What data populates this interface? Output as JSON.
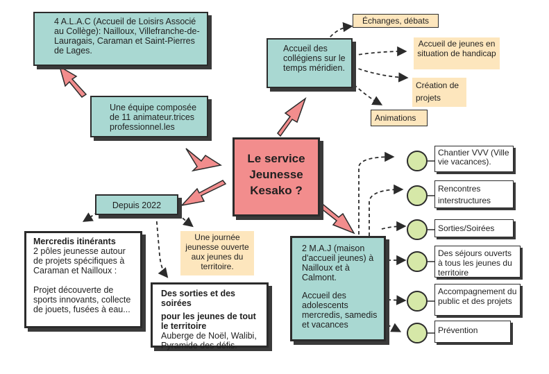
{
  "center": {
    "title_lines": [
      "Le service",
      "Jeunesse",
      "Kesako ?"
    ]
  },
  "alac": {
    "text": "4 A.L.A.C (Accueil de Loisirs Associé au Collège): Nailloux, Villefranche-de-Lauragais, Caraman et Saint-Pierres de Lages."
  },
  "equipe": {
    "text": "Une équipe composée de 11 animateur.trices professionnel.les"
  },
  "meridien": {
    "text": "Accueil des collégiens sur le temps méridien."
  },
  "meridien_items": [
    {
      "text": "Échanges, débats"
    },
    {
      "text": "Accueil de jeunes en situation de handicap"
    },
    {
      "text": "Création de projets"
    },
    {
      "text": "Animations"
    }
  ],
  "depuis": {
    "text": "Depuis 2022"
  },
  "mercredis": {
    "title": "Mercredis itinérants",
    "line1": "2 pôles jeunesse autour de projets spécifiques à Caraman et Nailloux :",
    "line2": "Projet découverte de sports innovants, collecte de jouets, fusées à eau..."
  },
  "journee": {
    "text": "Une journée jeunesse ouverte aux jeunes du territoire."
  },
  "sorties": {
    "title1": "Des sorties et des soirées",
    "title2": "pour les jeunes de tout le territoire",
    "body": "Auberge de Noël, Walibi, Pyramide des défis."
  },
  "maj": {
    "line1": "2 M.A.J (maison d'accueil jeunes) à Nailloux et à Calmont.",
    "line2": "Accueil des adolescents mercredis, samedis et vacances"
  },
  "maj_items": [
    {
      "text": "Chantier VVV (Ville vie vacances)."
    },
    {
      "text": "Rencontres interstructures"
    },
    {
      "text": "Sorties/Soirées"
    },
    {
      "text": "Des séjours ouverts à tous les jeunes du territoire"
    },
    {
      "text": "Accompagnement du public et des projets"
    },
    {
      "text": "Prévention"
    }
  ],
  "colors": {
    "teal": "#a9d8d2",
    "peach": "#fde6bd",
    "pink": "#f28d8d",
    "green": "#d6e8a8",
    "ink": "#2b2b2b"
  }
}
